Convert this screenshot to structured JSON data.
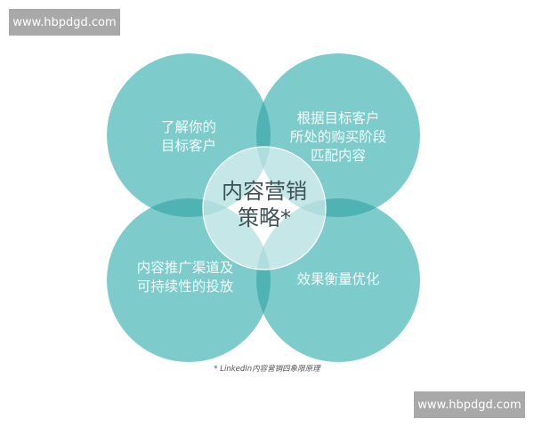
{
  "watermarks": {
    "top_left": "www.hbpdgd.com",
    "bottom_right": "www.hbpdgd.com"
  },
  "diagram": {
    "center": {
      "line1": "内容营销",
      "line2": "策略*"
    },
    "quadrants": {
      "top_left": {
        "line1": "了解你的",
        "line2": "目标客户"
      },
      "top_right": {
        "line1": "根据目标客户",
        "line2": "所处的购买阶段",
        "line3": "匹配内容"
      },
      "bottom_left": {
        "line1": "内容推广渠道及",
        "line2": "可持续性的投放"
      },
      "bottom_right": {
        "line1": "效果衡量优化"
      }
    },
    "caption": "* LinkedIn内容营销四象限原理",
    "colors": {
      "circle": "#7ecbcb",
      "overlap": "#4fb3b3",
      "center_fill": "#d9f1f1",
      "label_text": "#f4fbfb",
      "center_text": "#3d5257"
    }
  }
}
